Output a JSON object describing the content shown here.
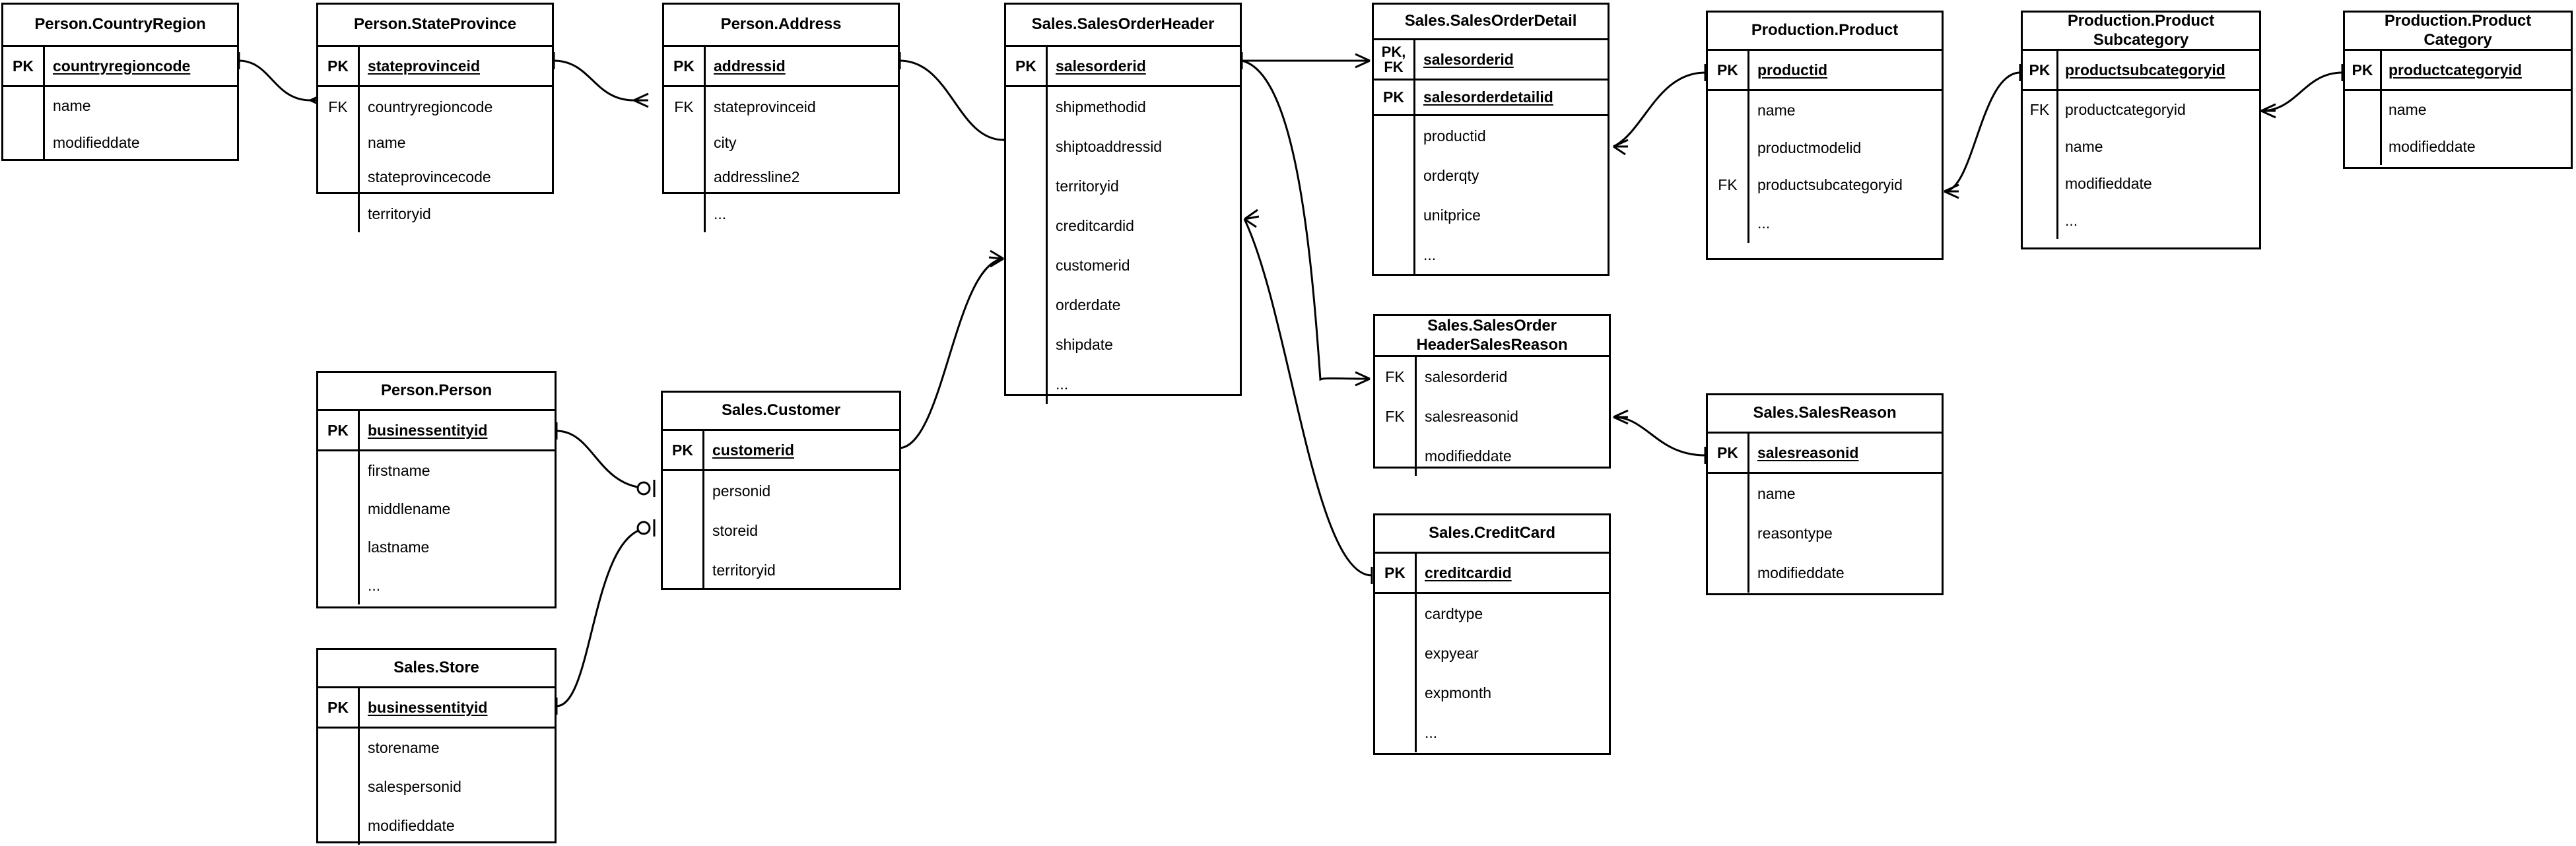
{
  "diagram": {
    "kind": "entity-relationship-diagram",
    "notation": "crow's-foot",
    "colors": {
      "line": "#000000",
      "background": "#ffffff",
      "text": "#000000"
    },
    "legend": {
      "pk_label": "PK",
      "fk_label": "FK",
      "pk_fk_label_line1": "PK,",
      "pk_fk_label_line2": "FK",
      "ellipsis": "..."
    }
  },
  "entities": [
    {
      "id": "country_region",
      "title": "Person.CountryRegion",
      "keys": [
        {
          "key": "PK",
          "name": "countryregioncode",
          "pk": true
        }
      ],
      "attributes": [
        {
          "key": "",
          "name": "name"
        },
        {
          "key": "",
          "name": "modifieddate"
        }
      ]
    },
    {
      "id": "state_province",
      "title": "Person.StateProvince",
      "keys": [
        {
          "key": "PK",
          "name": "stateprovinceid",
          "pk": true
        }
      ],
      "attributes": [
        {
          "key": "FK",
          "name": "countryregioncode"
        },
        {
          "key": "",
          "name": "name"
        },
        {
          "key": "",
          "name": "stateprovincecode"
        },
        {
          "key": "",
          "name": "territoryid"
        }
      ]
    },
    {
      "id": "address",
      "title": "Person.Address",
      "keys": [
        {
          "key": "PK",
          "name": "addressid",
          "pk": true
        }
      ],
      "attributes": [
        {
          "key": "FK",
          "name": "stateprovinceid"
        },
        {
          "key": "",
          "name": "city"
        },
        {
          "key": "",
          "name": "addressline2"
        },
        {
          "key": "",
          "name": "..."
        }
      ]
    },
    {
      "id": "sales_order_header",
      "title": "Sales.SalesOrderHeader",
      "keys": [
        {
          "key": "PK",
          "name": "salesorderid",
          "pk": true
        }
      ],
      "attributes": [
        {
          "key": "",
          "name": "shipmethodid"
        },
        {
          "key": "",
          "name": "shiptoaddressid"
        },
        {
          "key": "",
          "name": "territoryid"
        },
        {
          "key": "",
          "name": "creditcardid"
        },
        {
          "key": "",
          "name": "customerid"
        },
        {
          "key": "",
          "name": "orderdate"
        },
        {
          "key": "",
          "name": "shipdate"
        },
        {
          "key": "",
          "name": "..."
        }
      ]
    },
    {
      "id": "sales_order_detail",
      "title": "Sales.SalesOrderDetail",
      "keys": [
        {
          "key": "PK,FK",
          "name": "salesorderid",
          "pk": true
        },
        {
          "key": "PK",
          "name": "salesorderdetailid",
          "pk": true
        }
      ],
      "attributes": [
        {
          "key": "",
          "name": "productid"
        },
        {
          "key": "",
          "name": "orderqty"
        },
        {
          "key": "",
          "name": "unitprice"
        },
        {
          "key": "",
          "name": "..."
        }
      ]
    },
    {
      "id": "product",
      "title": "Production.Product",
      "keys": [
        {
          "key": "PK",
          "name": "productid",
          "pk": true
        }
      ],
      "attributes": [
        {
          "key": "",
          "name": "name"
        },
        {
          "key": "",
          "name": "productmodelid"
        },
        {
          "key": "FK",
          "name": "productsubcategoryid"
        },
        {
          "key": "",
          "name": "..."
        }
      ]
    },
    {
      "id": "product_subcategory",
      "title": "Production.Product\nSubcategory",
      "keys": [
        {
          "key": "PK",
          "name": "productsubcategoryid",
          "pk": true
        }
      ],
      "attributes": [
        {
          "key": "FK",
          "name": "productcategoryid"
        },
        {
          "key": "",
          "name": "name"
        },
        {
          "key": "",
          "name": "modifieddate"
        },
        {
          "key": "",
          "name": "..."
        }
      ]
    },
    {
      "id": "product_category",
      "title": "Production.Product\nCategory",
      "keys": [
        {
          "key": "PK",
          "name": "productcategoryid",
          "pk": true
        }
      ],
      "attributes": [
        {
          "key": "",
          "name": "name"
        },
        {
          "key": "",
          "name": "modifieddate"
        }
      ]
    },
    {
      "id": "person",
      "title": "Person.Person",
      "keys": [
        {
          "key": "PK",
          "name": "businessentityid",
          "pk": true
        }
      ],
      "attributes": [
        {
          "key": "",
          "name": "firstname"
        },
        {
          "key": "",
          "name": "middlename"
        },
        {
          "key": "",
          "name": "lastname"
        },
        {
          "key": "",
          "name": "..."
        }
      ]
    },
    {
      "id": "customer",
      "title": "Sales.Customer",
      "keys": [
        {
          "key": "PK",
          "name": "customerid",
          "pk": true
        }
      ],
      "attributes": [
        {
          "key": "",
          "name": "personid"
        },
        {
          "key": "",
          "name": "storeid"
        },
        {
          "key": "",
          "name": "territoryid"
        }
      ]
    },
    {
      "id": "store",
      "title": "Sales.Store",
      "keys": [
        {
          "key": "PK",
          "name": "businessentityid",
          "pk": true
        }
      ],
      "attributes": [
        {
          "key": "",
          "name": "storename"
        },
        {
          "key": "",
          "name": "salespersonid"
        },
        {
          "key": "",
          "name": "modifieddate"
        }
      ]
    },
    {
      "id": "soh_sales_reason",
      "title": "Sales.SalesOrder\nHeaderSalesReason",
      "keys": [],
      "attributes": [
        {
          "key": "FK",
          "name": "salesorderid"
        },
        {
          "key": "FK",
          "name": "salesreasonid"
        },
        {
          "key": "",
          "name": "modifieddate"
        }
      ]
    },
    {
      "id": "sales_reason",
      "title": "Sales.SalesReason",
      "keys": [
        {
          "key": "PK",
          "name": "salesreasonid",
          "pk": true
        }
      ],
      "attributes": [
        {
          "key": "",
          "name": "name"
        },
        {
          "key": "",
          "name": "reasontype"
        },
        {
          "key": "",
          "name": "modifieddate"
        }
      ]
    },
    {
      "id": "credit_card",
      "title": "Sales.CreditCard",
      "keys": [
        {
          "key": "PK",
          "name": "creditcardid",
          "pk": true
        }
      ],
      "attributes": [
        {
          "key": "",
          "name": "cardtype"
        },
        {
          "key": "",
          "name": "expyear"
        },
        {
          "key": "",
          "name": "expmonth"
        },
        {
          "key": "",
          "name": "..."
        }
      ]
    }
  ],
  "relationships": [
    {
      "from": "country_region.countryregioncode",
      "to": "state_province.countryregioncode",
      "from_card": "one",
      "to_card": "many"
    },
    {
      "from": "state_province.stateprovinceid",
      "to": "address.stateprovinceid",
      "from_card": "one",
      "to_card": "many"
    },
    {
      "from": "address.addressid",
      "to": "sales_order_header.shiptoaddressid",
      "from_card": "one",
      "to_card": "many"
    },
    {
      "from": "sales_order_header.salesorderid",
      "to": "sales_order_detail.salesorderid",
      "from_card": "one",
      "to_card": "many"
    },
    {
      "from": "sales_order_header.salesorderid",
      "to": "soh_sales_reason.salesorderid",
      "from_card": "one",
      "to_card": "many"
    },
    {
      "from": "credit_card.creditcardid",
      "to": "sales_order_header.creditcardid",
      "from_card": "one",
      "to_card": "many"
    },
    {
      "from": "customer.customerid",
      "to": "sales_order_header.customerid",
      "from_card": "one",
      "to_card": "many"
    },
    {
      "from": "person.businessentityid",
      "to": "customer.personid",
      "from_card": "one",
      "to_card": "zero-or-one"
    },
    {
      "from": "store.businessentityid",
      "to": "customer.storeid",
      "from_card": "one",
      "to_card": "zero-or-one"
    },
    {
      "from": "product.productid",
      "to": "sales_order_detail.productid",
      "from_card": "one",
      "to_card": "many"
    },
    {
      "from": "product_subcategory.productsubcategoryid",
      "to": "product.productsubcategoryid",
      "from_card": "one",
      "to_card": "many"
    },
    {
      "from": "product_category.productcategoryid",
      "to": "product_subcategory.productcategoryid",
      "from_card": "one",
      "to_card": "many"
    },
    {
      "from": "sales_reason.salesreasonid",
      "to": "soh_sales_reason.salesreasonid",
      "from_card": "one",
      "to_card": "many"
    }
  ]
}
